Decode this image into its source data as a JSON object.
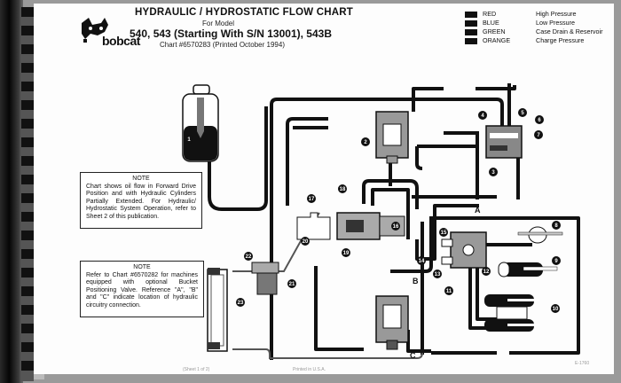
{
  "header": {
    "title": "HYDRAULIC / HYDROSTATIC FLOW CHART",
    "subtitle": "For Model",
    "model": "540, 543 (Starting With S/N 13001), 543B",
    "chart_number": "Chart #6570283 (Printed October 1994)",
    "brand": "bobcat"
  },
  "legend": [
    {
      "color_name": "RED",
      "dashes": "--------",
      "meaning": "High Pressure"
    },
    {
      "color_name": "BLUE",
      "dashes": "--------",
      "meaning": "Low Pressure"
    },
    {
      "color_name": "GREEN",
      "dashes": "------",
      "meaning": "Case Drain & Reservoir"
    },
    {
      "color_name": "ORANGE",
      "dashes": "-----",
      "meaning": "Charge Pressure"
    }
  ],
  "notes": [
    {
      "heading": "NOTE",
      "text": "Chart shows oil flow in Forward Drive Position and with Hydraulic Cylinders Partially Extended. For Hydraulic/ Hydrostatic System Operation, refer to Sheet 2 of this publication."
    },
    {
      "heading": "NOTE",
      "text": "Refer to Chart #6570282 for machines equipped with optional Bucket Positioning Valve. Reference \"A\", \"B\" and \"C\" indicate location of hydraulic circuitry connection."
    }
  ],
  "callouts": [
    "1",
    "2",
    "3",
    "4",
    "5",
    "6",
    "7",
    "8",
    "9",
    "10",
    "11",
    "12",
    "13",
    "14",
    "15",
    "16",
    "17",
    "18",
    "19",
    "20",
    "21",
    "22",
    "23"
  ],
  "reference_letters": [
    "A",
    "B",
    "C"
  ],
  "footer": {
    "left": "(Sheet 1 of 2)",
    "center": "Printed in U.S.A.",
    "right": "E-1760"
  }
}
